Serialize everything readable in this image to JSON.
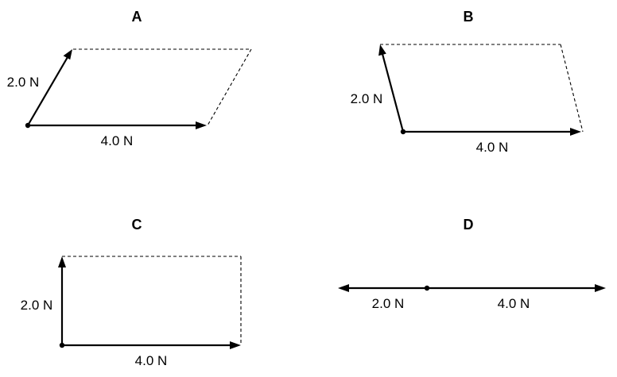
{
  "panels": [
    {
      "label": "A",
      "forces": [
        {
          "magnitude_label": "2.0 N"
        },
        {
          "magnitude_label": "4.0 N"
        }
      ]
    },
    {
      "label": "B",
      "forces": [
        {
          "magnitude_label": "2.0 N"
        },
        {
          "magnitude_label": "4.0 N"
        }
      ]
    },
    {
      "label": "C",
      "forces": [
        {
          "magnitude_label": "2.0 N"
        },
        {
          "magnitude_label": "4.0 N"
        }
      ]
    },
    {
      "label": "D",
      "forces": [
        {
          "magnitude_label": "2.0 N"
        },
        {
          "magnitude_label": "4.0 N"
        }
      ]
    }
  ]
}
